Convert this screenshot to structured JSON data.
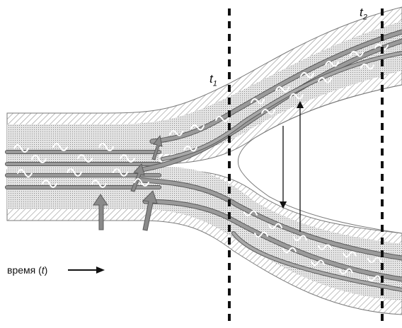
{
  "labels": {
    "t1_base": "t",
    "t1_sub": "1",
    "t2_base": "t",
    "t2_sub": "2",
    "time_axis": "время (",
    "time_var": "t",
    "time_close": ")"
  },
  "colors": {
    "background": "#ffffff",
    "band_dots": "#cfcfcf",
    "band_hatch": "#9a9a9a",
    "band_outline": "#7a7a7a",
    "strand": "#8a8a8a",
    "strand_edge": "#5a5a5a",
    "loop": "#ffffff",
    "dashed_line": "#111111",
    "arrow": "#111111"
  }
}
